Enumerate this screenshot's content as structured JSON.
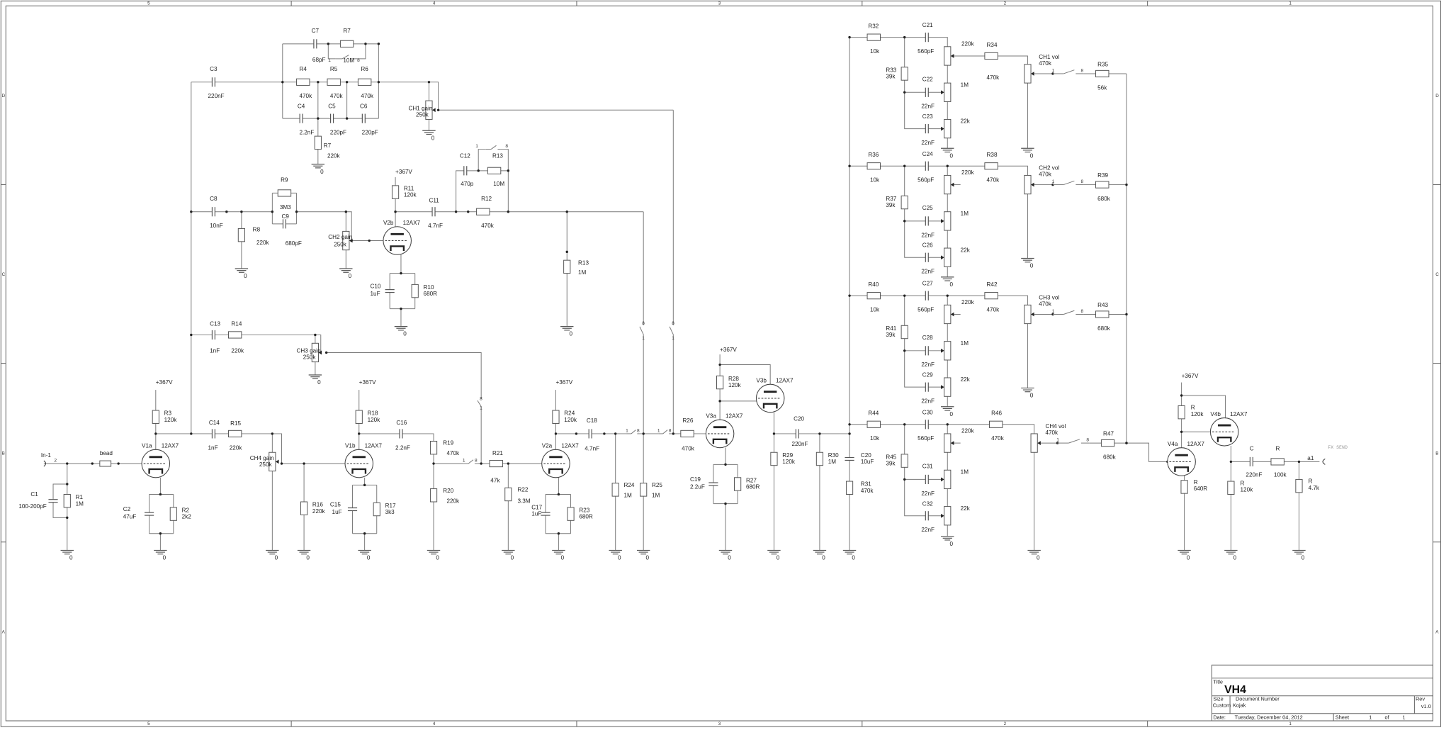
{
  "title_block": {
    "title_label": "Title",
    "title": "VH4",
    "size_label": "Size",
    "size": "Custom",
    "doc_number_label": "Document Number",
    "doc_number": "Kojak",
    "rev_label": "Rev",
    "rev": "v1.0",
    "date_label": "Date:",
    "date": "Tuesday, December 04, 2012",
    "sheet_label": "Sheet",
    "sheet": "1",
    "of_label": "of",
    "sheet_total": "1"
  },
  "zones": {
    "columns": [
      "5",
      "4",
      "3",
      "2",
      "1"
    ],
    "rows": [
      "D",
      "C",
      "B",
      "A"
    ]
  },
  "supply_label": "+367V",
  "ground_label": "0",
  "switch_pins": [
    "1",
    "8"
  ],
  "nets": {
    "input": "In-1",
    "input_pin": "2",
    "output": "a1",
    "output_label": "FX SEND"
  },
  "parts": {
    "C1": {
      "ref": "C1",
      "value": "100-200pF"
    },
    "R1": {
      "ref": "R1",
      "value": "1M"
    },
    "bead": {
      "ref": "bead"
    },
    "V1a": {
      "ref": "V1a",
      "value": "12AX7"
    },
    "R3": {
      "ref": "R3",
      "value": "120k"
    },
    "C2": {
      "ref": "C2",
      "value": "47uF"
    },
    "R2": {
      "ref": "R2",
      "value": "2k2"
    },
    "C14": {
      "ref": "C14",
      "value": "1nF"
    },
    "R15": {
      "ref": "R15",
      "value": "220k"
    },
    "CH4gain": {
      "ref": "CH4 gain",
      "value": "250k"
    },
    "R16": {
      "ref": "R16",
      "value": "220k"
    },
    "V1b": {
      "ref": "V1b",
      "value": "12AX7"
    },
    "R18": {
      "ref": "R18",
      "value": "120k"
    },
    "C15": {
      "ref": "C15",
      "value": "1uF"
    },
    "R17": {
      "ref": "R17",
      "value": "3k3"
    },
    "C16": {
      "ref": "C16",
      "value": "2.2nF"
    },
    "R19": {
      "ref": "R19",
      "value": "470k"
    },
    "R20": {
      "ref": "R20",
      "value": "220k"
    },
    "R21": {
      "ref": "R21",
      "value": "47k"
    },
    "R22": {
      "ref": "R22",
      "value": "3.3M"
    },
    "V2a": {
      "ref": "V2a",
      "value": "12AX7"
    },
    "R24a": {
      "ref": "R24",
      "value": "120k"
    },
    "C17": {
      "ref": "C17",
      "value": "1uF"
    },
    "R23": {
      "ref": "R23",
      "value": "680R"
    },
    "C18": {
      "ref": "C18",
      "value": "4.7nF"
    },
    "R24b": {
      "ref": "R24",
      "value": "1M"
    },
    "R25": {
      "ref": "R25",
      "value": "1M"
    },
    "R26": {
      "ref": "R26",
      "value": "470k"
    },
    "V3a": {
      "ref": "V3a",
      "value": "12AX7"
    },
    "R28": {
      "ref": "R28",
      "value": "120k"
    },
    "V3b": {
      "ref": "V3b",
      "value": "12AX7"
    },
    "C19": {
      "ref": "C19",
      "value": "2.2uF"
    },
    "R27": {
      "ref": "R27",
      "value": "680R"
    },
    "C20a": {
      "ref": "C20",
      "value": "220nF"
    },
    "R29": {
      "ref": "R29",
      "value": "120k"
    },
    "R30": {
      "ref": "R30",
      "value": "1M"
    },
    "C20b": {
      "ref": "C20",
      "value": "10uF"
    },
    "R31": {
      "ref": "R31",
      "value": "470k"
    },
    "C3": {
      "ref": "C3",
      "value": "220nF"
    },
    "R4": {
      "ref": "R4",
      "value": "470k"
    },
    "R5": {
      "ref": "R5",
      "value": "470k"
    },
    "R6": {
      "ref": "R6",
      "value": "470k"
    },
    "C7": {
      "ref": "C7",
      "value": "68pF"
    },
    "R7a": {
      "ref": "R7",
      "value": "10M"
    },
    "C4": {
      "ref": "C4",
      "value": "2.2nF"
    },
    "C5": {
      "ref": "C5",
      "value": "220pF"
    },
    "C6": {
      "ref": "C6",
      "value": "220pF"
    },
    "R7b": {
      "ref": "R7",
      "value": "220k"
    },
    "CH1gain": {
      "ref": "CH1 gain",
      "value": "250k"
    },
    "C8": {
      "ref": "C8",
      "value": "10nF"
    },
    "R8": {
      "ref": "R8",
      "value": "220k"
    },
    "R9": {
      "ref": "R9",
      "value": "3M3"
    },
    "C9": {
      "ref": "C9",
      "value": "680pF"
    },
    "CH2gain": {
      "ref": "CH2 gain",
      "value": "250k"
    },
    "V2b": {
      "ref": "V2b",
      "value": "12AX7"
    },
    "R11": {
      "ref": "R11",
      "value": "120k"
    },
    "C10": {
      "ref": "C10",
      "value": "1uF"
    },
    "R10": {
      "ref": "R10",
      "value": "680R"
    },
    "C11": {
      "ref": "C11",
      "value": "4.7nF"
    },
    "C12": {
      "ref": "C12",
      "value": "470p"
    },
    "R13a": {
      "ref": "R13",
      "value": "10M"
    },
    "R12": {
      "ref": "R12",
      "value": "470k"
    },
    "R13b": {
      "ref": "R13",
      "value": "1M"
    },
    "C13": {
      "ref": "C13",
      "value": "1nF"
    },
    "R14": {
      "ref": "R14",
      "value": "220k"
    },
    "CH3gain": {
      "ref": "CH3 gain",
      "value": "250k"
    },
    "R_v4_plate": {
      "ref": "R",
      "value": "120k"
    },
    "V4a": {
      "ref": "V4a",
      "value": "12AX7"
    },
    "V4b": {
      "ref": "V4b",
      "value": "12AX7"
    },
    "R_v4a_k": {
      "ref": "R",
      "value": "640R"
    },
    "R_v4b_k": {
      "ref": "R",
      "value": "120k"
    },
    "C_out": {
      "ref": "C",
      "value": "220nF"
    },
    "R_out": {
      "ref": "R",
      "value": "100k"
    },
    "R_shunt": {
      "ref": "R",
      "value": "4.7k"
    }
  },
  "tone_stacks": [
    {
      "r_in": {
        "ref": "R32",
        "value": "10k"
      },
      "c_treble": {
        "ref": "C21",
        "value": "560pF"
      },
      "treble": {
        "value": "220k"
      },
      "r_mid": {
        "ref": "R33",
        "value": "39k"
      },
      "c_mid": {
        "ref": "C22",
        "value": "22nF"
      },
      "mid": {
        "value": "1M"
      },
      "c_bass": {
        "ref": "C23",
        "value": "22nF"
      },
      "bass": {
        "value": "22k"
      },
      "r_vol": {
        "ref": "R34",
        "value": "470k"
      },
      "volume": {
        "ref": "CH1 vol",
        "value": "470k"
      },
      "r_out": {
        "ref": "R35",
        "value": "56k"
      }
    },
    {
      "r_in": {
        "ref": "R36",
        "value": "10k"
      },
      "c_treble": {
        "ref": "C24",
        "value": "560pF"
      },
      "treble": {
        "value": "220k"
      },
      "r_mid": {
        "ref": "R37",
        "value": "39k"
      },
      "c_mid": {
        "ref": "C25",
        "value": "22nF"
      },
      "mid": {
        "value": "1M"
      },
      "c_bass": {
        "ref": "C26",
        "value": "22nF"
      },
      "bass": {
        "value": "22k"
      },
      "r_vol": {
        "ref": "R38",
        "value": "470k"
      },
      "volume": {
        "ref": "CH2 vol",
        "value": "470k"
      },
      "r_out": {
        "ref": "R39",
        "value": "680k"
      }
    },
    {
      "r_in": {
        "ref": "R40",
        "value": "10k"
      },
      "c_treble": {
        "ref": "C27",
        "value": "560pF"
      },
      "treble": {
        "value": "220k"
      },
      "r_mid": {
        "ref": "R41",
        "value": "39k"
      },
      "c_mid": {
        "ref": "C28",
        "value": "22nF"
      },
      "mid": {
        "value": "1M"
      },
      "c_bass": {
        "ref": "C29",
        "value": "22nF"
      },
      "bass": {
        "value": "22k"
      },
      "r_vol": {
        "ref": "R42",
        "value": "470k"
      },
      "volume": {
        "ref": "CH3 vol",
        "value": "470k"
      },
      "r_out": {
        "ref": "R43",
        "value": "680k"
      }
    },
    {
      "r_in": {
        "ref": "R44",
        "value": "10k"
      },
      "c_treble": {
        "ref": "C30",
        "value": "560pF"
      },
      "treble": {
        "value": "220k"
      },
      "r_mid": {
        "ref": "R45",
        "value": "39k"
      },
      "c_mid": {
        "ref": "C31",
        "value": "22nF"
      },
      "mid": {
        "value": "1M"
      },
      "c_bass": {
        "ref": "C32",
        "value": "22nF"
      },
      "bass": {
        "value": "22k"
      },
      "r_vol": {
        "ref": "R46",
        "value": "470k"
      },
      "volume": {
        "ref": "CH4 vol",
        "value": "470k"
      },
      "r_out": {
        "ref": "R47",
        "value": "680k"
      }
    }
  ]
}
